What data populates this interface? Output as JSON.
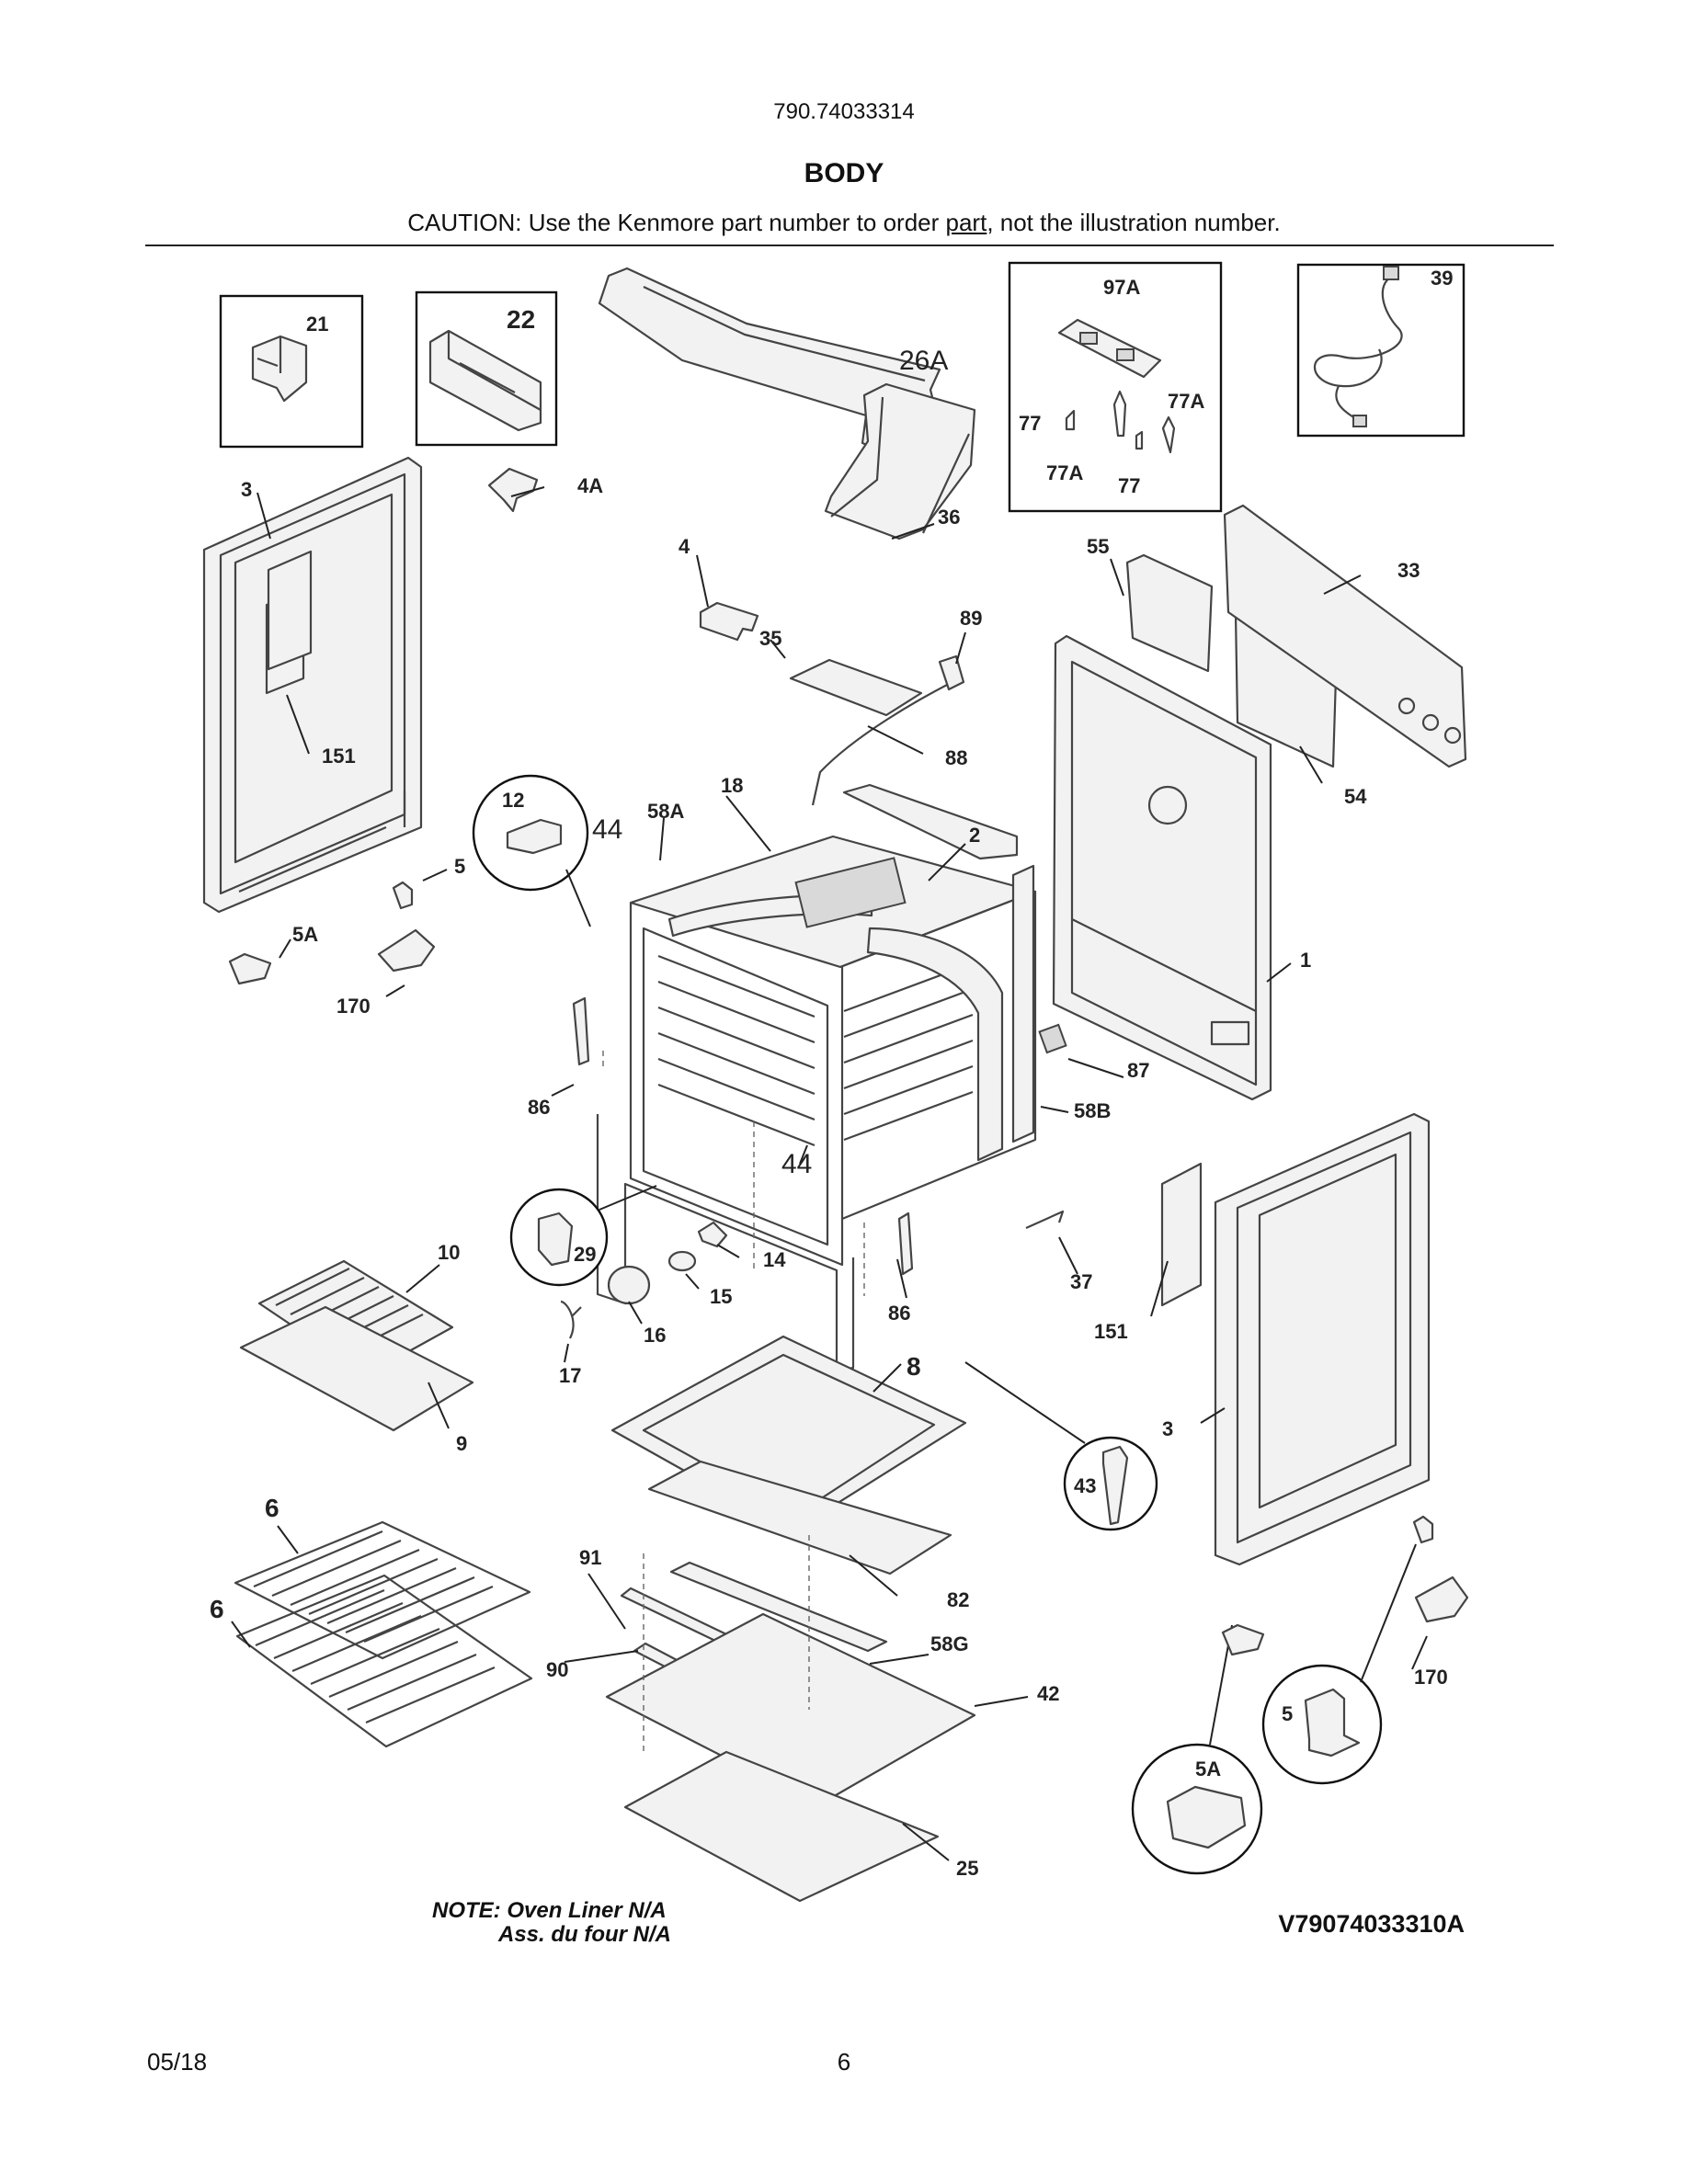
{
  "header": {
    "model_number": "790.74033314",
    "section_title": "BODY",
    "caution_prefix": "CAUTION: Use the Kenmore part number to order ",
    "caution_link": "part",
    "caution_suffix": ", not the illustration number."
  },
  "callouts": {
    "c21": "21",
    "c22": "22",
    "c26A": "26A",
    "c97A": "97A",
    "c77a": "77",
    "c77Aa": "77A",
    "c77Ab": "77A",
    "c77b": "77",
    "c39": "39",
    "c3a": "3",
    "c4A": "4A",
    "c36": "36",
    "c4": "4",
    "c55": "55",
    "c33": "33",
    "c89": "89",
    "c35": "35",
    "c151a": "151",
    "c88": "88",
    "c54": "54",
    "c12": "12",
    "c18": "18",
    "c44a": "44",
    "c58A": "58A",
    "c2": "2",
    "c5a": "5",
    "c5Aa": "5A",
    "c170a": "170",
    "c1": "1",
    "c87": "87",
    "c86a": "86",
    "c58B": "58B",
    "c44b": "44",
    "c29": "29",
    "c10": "10",
    "c14": "14",
    "c37": "37",
    "c15": "15",
    "c86b": "86",
    "c151b": "151",
    "c16": "16",
    "c17": "17",
    "c9": "9",
    "c8": "8",
    "c3b": "3",
    "c43": "43",
    "c6a": "6",
    "c91": "91",
    "c6b": "6",
    "c82": "82",
    "c58G": "58G",
    "c90": "90",
    "c42": "42",
    "c170b": "170",
    "c5b": "5",
    "c5Ab": "5A",
    "c25": "25"
  },
  "footer": {
    "note_line1": "NOTE: Oven Liner N/A",
    "note_line2": "Ass. du four N/A",
    "diagram_code": "V79074033310A",
    "date": "05/18",
    "page_number": "6"
  }
}
